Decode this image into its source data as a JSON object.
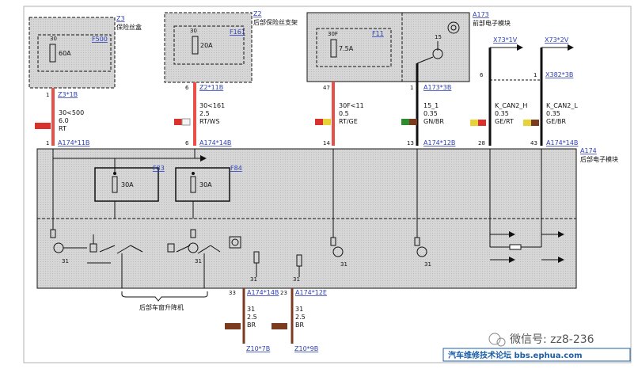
{
  "colors": {
    "module_fill": "#d3d3d3",
    "wire_red": "#e8504a",
    "wire_black": "#111111",
    "link_blue": "#2d3fb8",
    "brown": "#7a3b1e",
    "red": "#d9322c",
    "green": "#2e8b2e",
    "yellow": "#e8d23a",
    "watermark_bar": "#1b5fa8"
  },
  "modules": {
    "z3": {
      "id": "Z3",
      "name": "保险丝盒",
      "fuse_id": "F500",
      "fuse_pin": "30",
      "fuse_rating": "60A"
    },
    "z2": {
      "id": "Z2",
      "name": "后部保险丝支架",
      "fuse_id": "F161",
      "fuse_pin": "30",
      "fuse_rating": "20A"
    },
    "f11": {
      "fuse_id": "F11",
      "fuse_pin": "30F",
      "fuse_rating": "7.5A"
    },
    "a173": {
      "id": "A173",
      "name": "前部电子模块",
      "pin": "15"
    },
    "a174": {
      "id": "A174",
      "name": "后部电子模块",
      "fuse1_id": "F83",
      "fuse1_rating": "30A",
      "fuse2_id": "F84",
      "fuse2_rating": "30A",
      "ground_pin1": "31",
      "ground_pin2": "31",
      "ground_pin3": "31",
      "ground_pin4": "31",
      "ground_pin5": "31",
      "ground_pin6": "31"
    }
  },
  "wires": [
    {
      "pin_top": "1",
      "conn_top": "Z3*1B",
      "signal": "30<500",
      "size": "6.0",
      "color": "RT",
      "pin_bottom": "1",
      "conn_bottom": "A174*11B"
    },
    {
      "pin_top": "6",
      "conn_top": "Z2*11B",
      "signal": "30<161",
      "size": "2.5",
      "color": "RT/WS",
      "pin_bottom": "6",
      "conn_bottom": "A174*14B"
    },
    {
      "pin_top": "47",
      "conn_top": "",
      "signal": "30F<11",
      "size": "0.5",
      "color": "RT/GE",
      "pin_bottom": "14",
      "conn_bottom": ""
    },
    {
      "pin_top": "1",
      "conn_top": "A173*3B",
      "signal": "15_1",
      "size": "0.35",
      "color": "GN/BR",
      "pin_bottom": "13",
      "conn_bottom": "A174*12B"
    },
    {
      "pin_top": "6",
      "conn_top": "X73*1V",
      "signal": "K_CAN2_H",
      "size": "0.35",
      "color": "GE/RT",
      "pin_bottom": "28",
      "conn_bottom": ""
    },
    {
      "pin_top": "1",
      "conn_top": "X73*2V",
      "signal": "K_CAN2_L",
      "size": "0.35",
      "color": "GE/BR",
      "pin_bottom": "43",
      "conn_bottom": "A174*14B",
      "conn_mid": "X382*3B"
    }
  ],
  "grounds": [
    {
      "pin": "33",
      "conn_top": "A174*14B",
      "signal": "31",
      "size": "2.5",
      "color": "BR",
      "conn_bottom": "Z10*7B"
    },
    {
      "pin": "23",
      "conn_top": "A174*12E",
      "signal": "31",
      "size": "2.5",
      "color": "BR",
      "conn_bottom": "Z10*9B"
    }
  ],
  "window_lifter_label": "后部车窗升降机",
  "watermark": {
    "handle": "微信号: zz8-236",
    "forum": "汽车维修技术论坛 bbs.ephua.com"
  }
}
